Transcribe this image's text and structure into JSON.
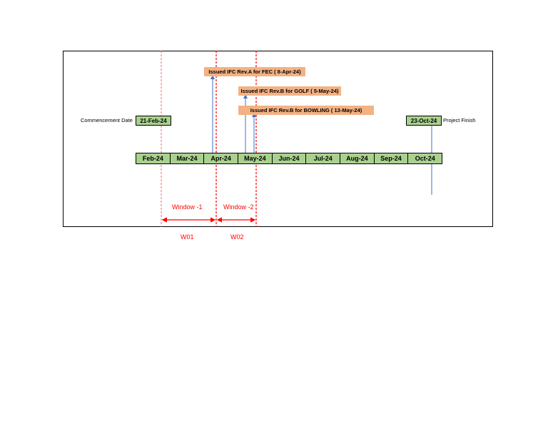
{
  "months": [
    "Feb-24",
    "Mar-24",
    "Apr-24",
    "May-24",
    "Jun-24",
    "Jul-24",
    "Aug-24",
    "Sep-24",
    "Oct-24"
  ],
  "start": {
    "label": "Commencement Date",
    "date": "21-Feb-24"
  },
  "finish": {
    "label": "Project Finish",
    "date": "23-Oct-24"
  },
  "milestones": [
    {
      "text": "Issued IFC Rev.A for FEC ( 8-Apr-24)"
    },
    {
      "text": "Issued IFC Rev.B for GOLF ( 5-May-24)"
    },
    {
      "text": "Issued IFC Rev.B for BOWLING ( 13-May-24)"
    }
  ],
  "windows": [
    {
      "label": "Window -1",
      "code": "W01"
    },
    {
      "label": "Window -2",
      "code": "W02"
    }
  ],
  "colors": {
    "timeline_fill": "#a9d18e",
    "milestone_fill": "#f4b183",
    "window_line": "#ff0000",
    "arrow": "#4472c4"
  }
}
